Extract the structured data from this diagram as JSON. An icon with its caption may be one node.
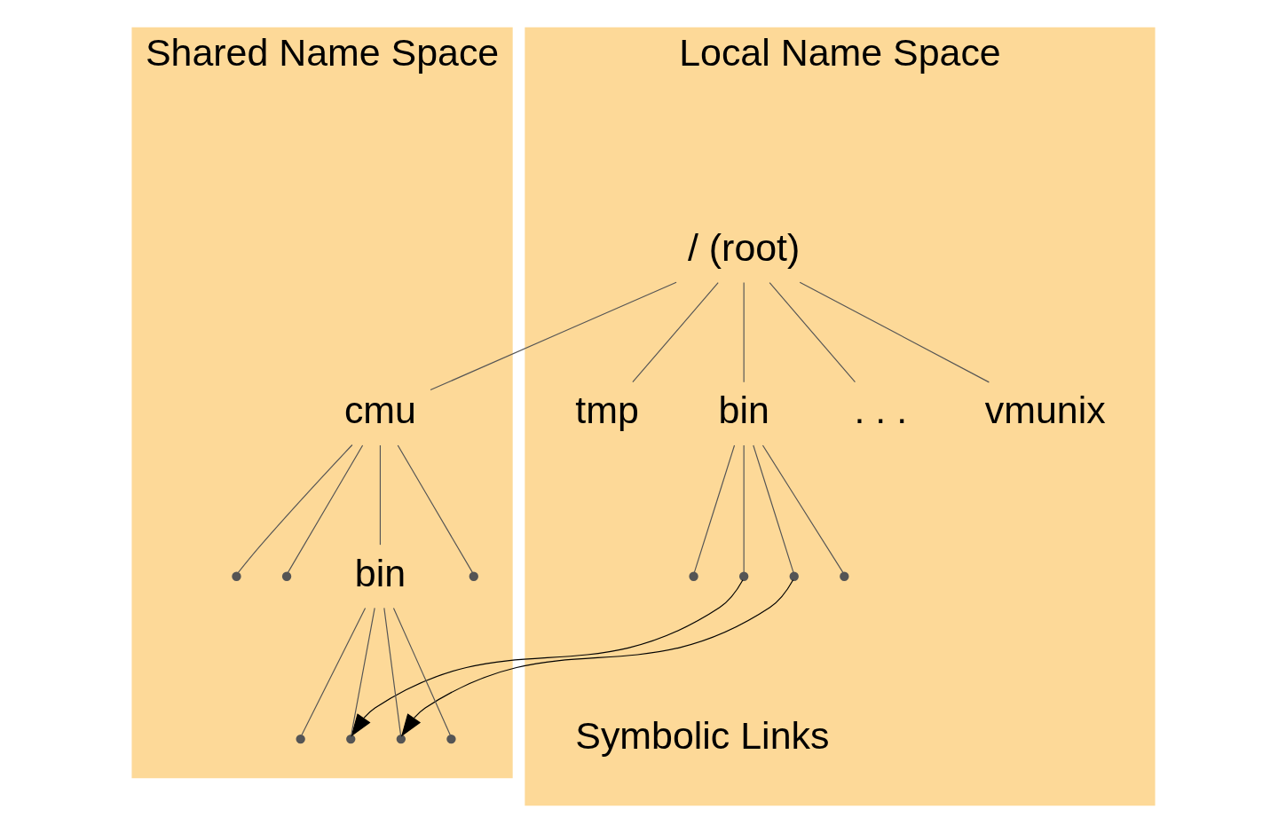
{
  "diagram": {
    "nodes": [
      {
        "text": [
          "Local Name Space"
        ]
      },
      {
        "text": [
          "/ (root)"
        ],
        "in": 0
      },
      {
        "text": [
          "tmp"
        ],
        "in": 0
      },
      {
        "text": [
          "bin"
        ],
        "in": 0
      },
      {
        "text": [
          ". . ."
        ],
        "in": 0
      },
      {
        "text": [
          "vmunix"
        ],
        "in": 0
      },
      {
        "text": [],
        "shape": "point",
        "in": 0
      },
      {
        "text": [],
        "shape": "point",
        "in": 0
      },
      {
        "text": [],
        "shape": "point",
        "in": 0
      },
      {
        "text": [],
        "shape": "point",
        "in": 0
      },
      {
        "text": [
          "Shared Name Space"
        ]
      },
      {
        "text": [
          "cmu"
        ],
        "in": 10
      },
      {
        "text": [],
        "shape": "point",
        "in": 10
      },
      {
        "text": [],
        "shape": "point",
        "in": 10
      },
      {
        "text": [
          "bin"
        ],
        "in": 10
      },
      {
        "text": [],
        "shape": "point",
        "in": 10
      },
      {
        "text": [],
        "shape": "point",
        "in": 10
      },
      {
        "text": [],
        "shape": "point",
        "in": 10
      },
      {
        "text": [],
        "shape": "point",
        "in": 10
      },
      {
        "text": [],
        "shape": "point",
        "in": 10
      }
    ],
    "edges": [
      {
        "from": 1,
        "to": 2,
        "arrow": "none"
      },
      {
        "from": 1,
        "to": 3,
        "arrow": "none"
      },
      {
        "from": 1,
        "to": 4,
        "arrow": "none"
      },
      {
        "from": 1,
        "to": 5,
        "arrow": "none"
      },
      {
        "from": 1,
        "to": 11,
        "arrow": "none"
      },
      {
        "from": 3,
        "to": 6,
        "arrow": "none"
      },
      {
        "from": 3,
        "to": 7,
        "arrow": "none"
      },
      {
        "from": 3,
        "to": 8,
        "arrow": "none"
      },
      {
        "from": 3,
        "to": 9,
        "arrow": "none"
      },
      {
        "from": 11,
        "to": 12,
        "arrow": "none"
      },
      {
        "from": 11,
        "to": 13,
        "arrow": "none"
      },
      {
        "from": 11,
        "to": 14,
        "arrow": "none"
      },
      {
        "from": 11,
        "to": 15,
        "arrow": "none"
      },
      {
        "from": 14,
        "to": 16,
        "arrow": "none"
      },
      {
        "from": 14,
        "to": 17,
        "arrow": "none"
      },
      {
        "from": 14,
        "to": 18,
        "arrow": "none"
      },
      {
        "from": 14,
        "to": 19,
        "arrow": "none"
      },
      {
        "from": 7,
        "to": 17,
        "arrow": "to"
      },
      {
        "from": 8,
        "to": 18,
        "arrow": "to"
      }
    ],
    "labels": [
      "Symbolic Links"
    ]
  }
}
